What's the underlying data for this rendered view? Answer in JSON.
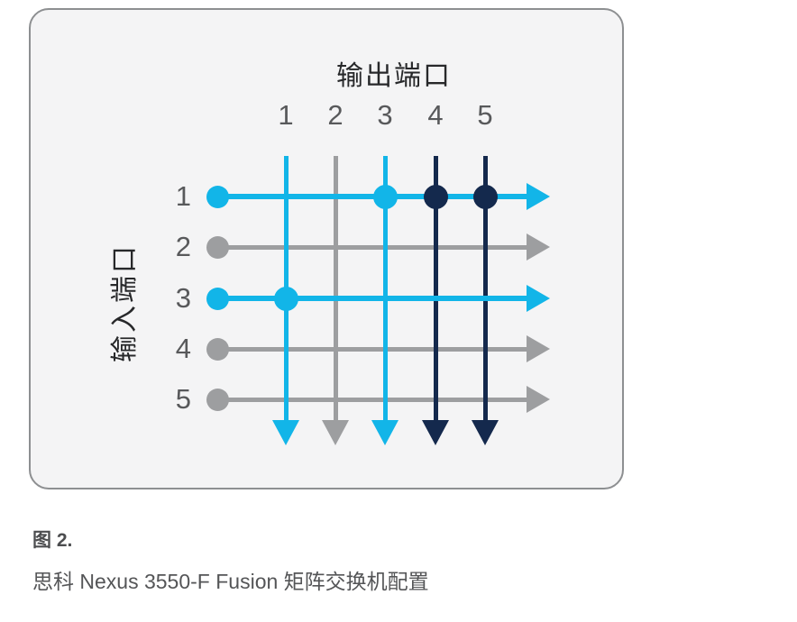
{
  "figure": {
    "caption_label": "图 2.",
    "caption_text": "思科 Nexus 3550-F Fusion 矩阵交换机配置"
  },
  "matrix": {
    "title_top": "输出端口",
    "title_left": "输入端口",
    "outputs": [
      {
        "label": "1",
        "line": "cyan"
      },
      {
        "label": "2",
        "line": "gray"
      },
      {
        "label": "3",
        "line": "cyan"
      },
      {
        "label": "4",
        "line": "navy"
      },
      {
        "label": "5",
        "line": "navy"
      }
    ],
    "inputs": [
      {
        "label": "1",
        "line": "cyan"
      },
      {
        "label": "2",
        "line": "gray"
      },
      {
        "label": "3",
        "line": "cyan"
      },
      {
        "label": "4",
        "line": "gray"
      },
      {
        "label": "5",
        "line": "gray"
      }
    ],
    "crosspoints": [
      {
        "input": 1,
        "output": 3,
        "color": "cyan"
      },
      {
        "input": 1,
        "output": 4,
        "color": "navy"
      },
      {
        "input": 1,
        "output": 5,
        "color": "navy"
      },
      {
        "input": 3,
        "output": 1,
        "color": "cyan"
      }
    ]
  },
  "colors": {
    "cyan": "#12b5e8",
    "navy": "#14294d",
    "gray": "#9d9ea0",
    "card_bg": "#f4f4f5",
    "card_border": "#8d8f91"
  }
}
